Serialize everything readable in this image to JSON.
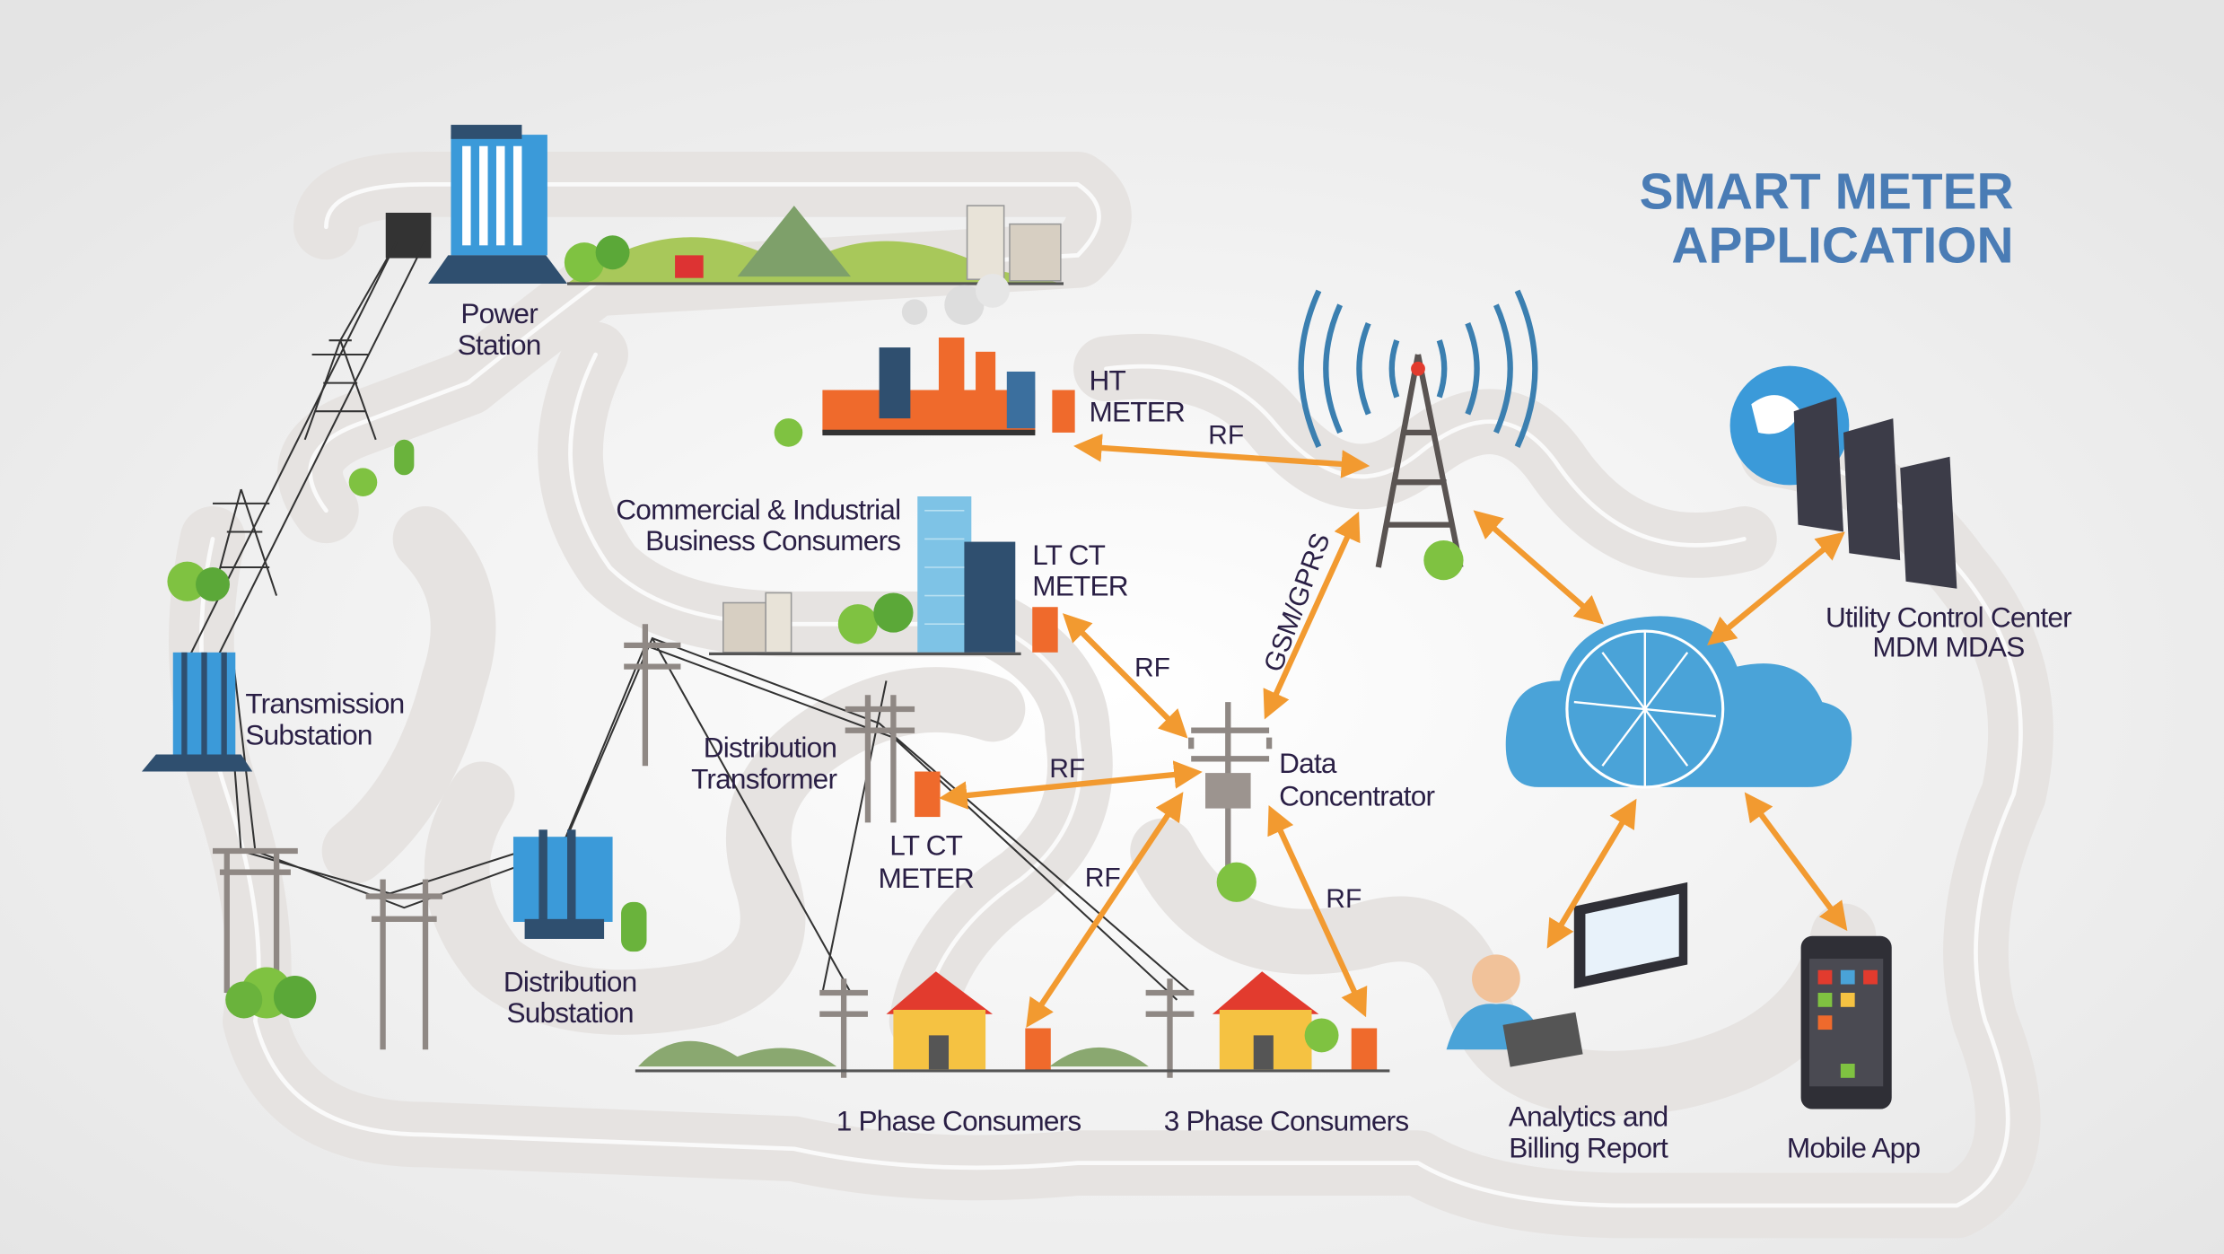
{
  "title": {
    "line1": "SMART METER",
    "line2": "APPLICATION"
  },
  "labels": {
    "power_station": [
      "Power",
      "Station"
    ],
    "ht_meter": [
      "HT",
      "METER"
    ],
    "commercial": [
      "Commercial & Industrial",
      "Business Consumers"
    ],
    "lt_ct_meter_top": [
      "LT CT",
      "METER"
    ],
    "transmission_substation": [
      "Transmission",
      "Substation"
    ],
    "distribution_transformer": [
      "Distribution",
      "Transformer"
    ],
    "data_concentrator": [
      "Data",
      "Concentrator"
    ],
    "lt_ct_meter_bottom": [
      "LT CT",
      "METER"
    ],
    "distribution_substation": [
      "Distribution",
      "Substation"
    ],
    "one_phase": "1 Phase Consumers",
    "three_phase": "3 Phase Consumers",
    "utility_control": [
      "Utility Control Center",
      "MDM MDAS"
    ],
    "analytics": [
      "Analytics and",
      "Billing Report"
    ],
    "mobile_app": "Mobile App"
  },
  "links": {
    "rf_ht": "RF",
    "rf_ltct_top": "RF",
    "rf_ltct_bottom": "RF",
    "rf_one_phase": "RF",
    "rf_three_phase": "RF",
    "gsm": "GSM/GPRS"
  },
  "colors": {
    "title": "#4a7cb5",
    "arrow": "#f29a30",
    "text": "#2a1f45",
    "cloud": "#4aa3d8",
    "meter": "#ef6a2c"
  }
}
